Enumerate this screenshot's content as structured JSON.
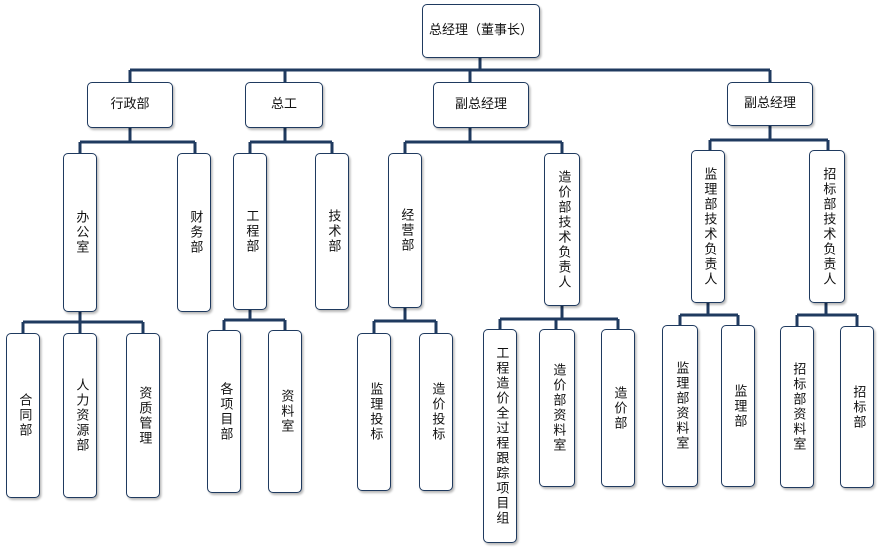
{
  "org": {
    "root": "总经理（董事长）",
    "admin": "行政部",
    "chief_engineer": "总工",
    "vp1": "副总经理",
    "vp2": "副总经理",
    "office": "办公室",
    "finance": "财务部",
    "engineering": "工程部",
    "technical": "技术部",
    "business": "经营部",
    "cost_head": "造价部技术负责人",
    "supervision_head": "监理部技术负责人",
    "tender_head": "招标部技术负责人",
    "contracts": "合同部",
    "hr": "人力资源部",
    "qualification": "资质管理",
    "projects": "各项目部",
    "archive": "资料室",
    "supervision_bid": "监理投标",
    "cost_bid": "造价投标",
    "full_process": "工程造价全过程跟踪项目组",
    "cost_archive": "造价部资料室",
    "cost_dept": "造价部",
    "supervision_archive": "监理部资料室",
    "supervision_dept": "监理部",
    "tender_archive": "招标部资料室",
    "tender_dept": "招标部"
  }
}
